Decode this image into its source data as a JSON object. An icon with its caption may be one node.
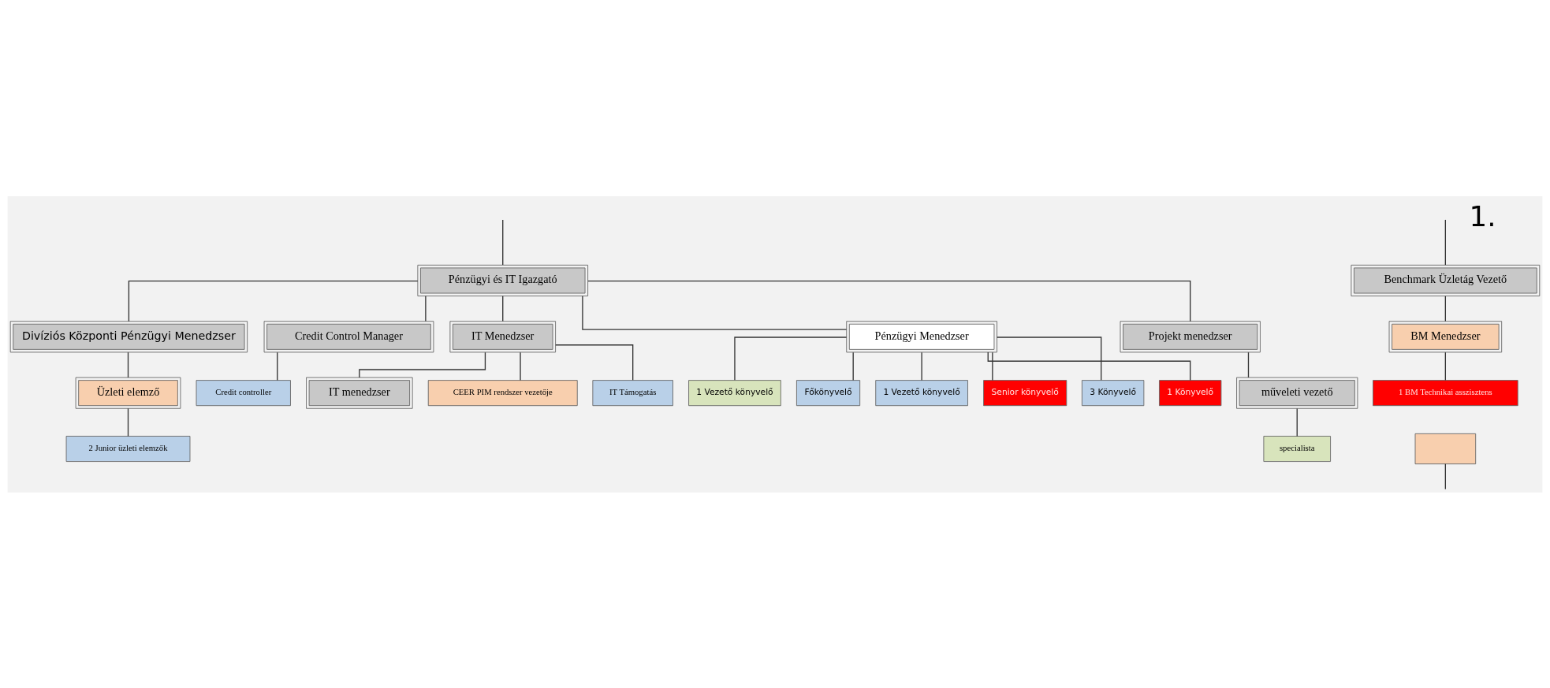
{
  "diagram": {
    "nodes": [
      {
        "text": [
          "Pénzügyi és IT Igazgató"
        ]
      },
      {
        "text": [
          "Divíziós Központi Pénzügyi Menedzser"
        ]
      },
      {
        "text": [
          "Üzleti elemző"
        ]
      },
      {
        "text": [
          "2 Junior üzleti elemzők"
        ]
      },
      {
        "text": [
          "Credit Control Manager"
        ]
      },
      {
        "text": [
          "Credit controller"
        ]
      },
      {
        "text": [
          "IT Menedzser"
        ]
      },
      {
        "text": [
          "IT menedzser"
        ]
      },
      {
        "text": [
          "CEER PIM rendszer vezetője"
        ]
      },
      {
        "text": [
          "IT Támogatás"
        ]
      },
      {
        "text": [
          "Pénzügyi Menedzser"
        ]
      },
      {
        "text": [
          "1 Vezető könyvelő"
        ]
      },
      {
        "text": [
          "Főkönyvelő"
        ]
      },
      {
        "text": [
          "1 Vezető könyvelő"
        ]
      },
      {
        "text": [
          "Senior könyvelő"
        ]
      },
      {
        "text": [
          "3 Könyvelő"
        ]
      },
      {
        "text": [
          "1 Könyvelő"
        ]
      },
      {
        "text": [
          "Projekt menedzser"
        ]
      },
      {
        "text": [
          "műveleti vezető"
        ]
      },
      {
        "text": [
          "specialista"
        ]
      },
      {
        "text": [
          "Benchmark Üzletág Vezető"
        ]
      },
      {
        "text": [
          "BM Menedzser"
        ]
      },
      {
        "text": [
          "1 BM Technikai asszisztens"
        ]
      },
      {
        "text": [],
        "shape": "box"
      }
    ],
    "edges": [
      {
        "from": null,
        "to": 0,
        "arrow": "none"
      },
      {
        "from": null,
        "to": 20,
        "arrow": "none"
      },
      {
        "from": 0,
        "to": 1,
        "arrow": "none"
      },
      {
        "from": 0,
        "to": 4,
        "arrow": "none"
      },
      {
        "from": 0,
        "to": 6,
        "arrow": "none"
      },
      {
        "from": 0,
        "to": 10,
        "arrow": "none"
      },
      {
        "from": 0,
        "to": 17,
        "arrow": "none"
      },
      {
        "from": 1,
        "to": 2,
        "arrow": "none"
      },
      {
        "from": 2,
        "to": 3,
        "arrow": "none"
      },
      {
        "from": 4,
        "to": 5,
        "arrow": "none"
      },
      {
        "from": 6,
        "to": 7,
        "arrow": "none"
      },
      {
        "from": 6,
        "to": 8,
        "arrow": "none"
      },
      {
        "from": 6,
        "to": 9,
        "arrow": "none"
      },
      {
        "from": 10,
        "to": 11,
        "arrow": "none"
      },
      {
        "from": 10,
        "to": 12,
        "arrow": "none"
      },
      {
        "from": 10,
        "to": 13,
        "arrow": "none"
      },
      {
        "from": 10,
        "to": 14,
        "arrow": "none"
      },
      {
        "from": 10,
        "to": 15,
        "arrow": "none"
      },
      {
        "from": 10,
        "to": 16,
        "arrow": "none"
      },
      {
        "from": 17,
        "to": 18,
        "arrow": "none"
      },
      {
        "from": 18,
        "to": 19,
        "arrow": "none"
      },
      {
        "from": 20,
        "to": 21,
        "arrow": "none"
      },
      {
        "from": 21,
        "to": 22,
        "arrow": "none"
      },
      {
        "from": 23,
        "to": null,
        "arrow": "none"
      }
    ],
    "labels": [
      "1."
    ]
  }
}
